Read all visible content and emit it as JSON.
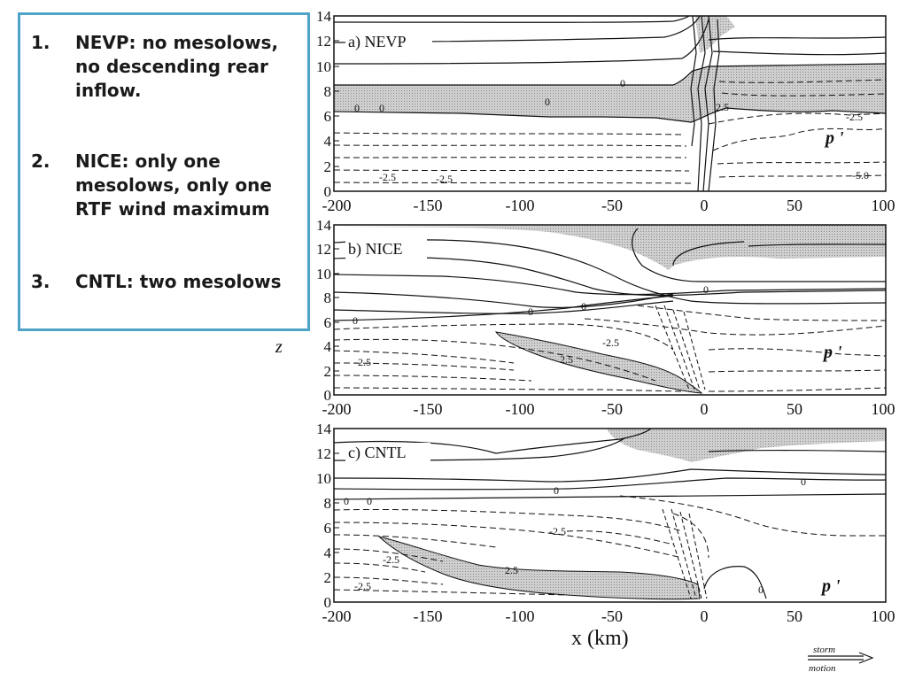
{
  "callout": {
    "items": [
      {
        "num": "1.",
        "text": "NEVP: no mesolows, no descending rear inflow."
      },
      {
        "num": "2.",
        "text": "NICE: only one mesolows, only one RTF wind maximum"
      },
      {
        "num": "3.",
        "text": "CNTL: two mesolows"
      }
    ],
    "border_color": "#4fa3c7"
  },
  "figure": {
    "x_ticks": [
      "-200",
      "-150",
      "-100",
      "-50",
      "0",
      "50",
      "100"
    ],
    "z_ticks": [
      "0",
      "2",
      "4",
      "6",
      "8",
      "10",
      "12",
      "14"
    ],
    "x_axis_label": "x  (km)",
    "z_axis_label": "z",
    "storm_label_top": "storm",
    "storm_label_bottom": "motion",
    "panels": [
      {
        "title": "a) NEVP",
        "field_label": "p '",
        "contour_labels": [
          "0",
          "0",
          "0",
          "0",
          "2.5",
          "-2.5",
          "-2.5",
          "-2.5",
          "-5.0"
        ]
      },
      {
        "title": "b) NICE",
        "field_label": "p '",
        "contour_labels": [
          "0",
          "0",
          "0",
          "0",
          "-2.5",
          "-2.5",
          "2.5"
        ]
      },
      {
        "title": "c) CNTL",
        "field_label": "p '",
        "contour_labels": [
          "0",
          "0",
          "0",
          "0",
          "-2.5",
          "-2.5",
          "-2.5",
          "2.5",
          "0"
        ]
      }
    ],
    "shade_color": "#c9c9c9"
  }
}
